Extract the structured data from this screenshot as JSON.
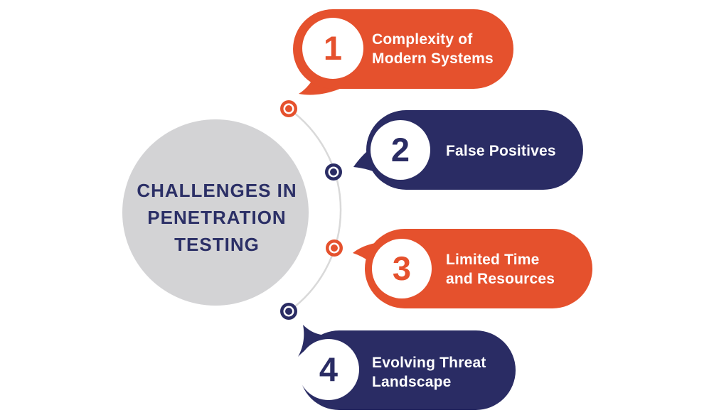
{
  "title": {
    "lines": [
      "CHALLENGES IN",
      "PENETRATION",
      "TESTING"
    ]
  },
  "items": [
    {
      "number": "1",
      "label": "Complexity of Modern Systems",
      "label_lines": [
        "Complexity of",
        "Modern Systems"
      ],
      "color": "#E5512D"
    },
    {
      "number": "2",
      "label": "False Positives",
      "label_lines": [
        "False Positives"
      ],
      "color": "#2A2C64"
    },
    {
      "number": "3",
      "label": "Limited Time and Resources",
      "label_lines": [
        "Limited Time",
        "and Resources"
      ],
      "color": "#E5512D"
    },
    {
      "number": "4",
      "label": "Evolving Threat Landscape",
      "label_lines": [
        "Evolving Threat",
        "Landscape"
      ],
      "color": "#2A2C64"
    }
  ],
  "colors": {
    "orange": "#E5512D",
    "navy": "#2A2C64",
    "title_navy": "#2B2F66",
    "hub_gray": "#D3D3D5",
    "arc_gray": "#D9D9D9",
    "white": "#FFFFFF"
  }
}
